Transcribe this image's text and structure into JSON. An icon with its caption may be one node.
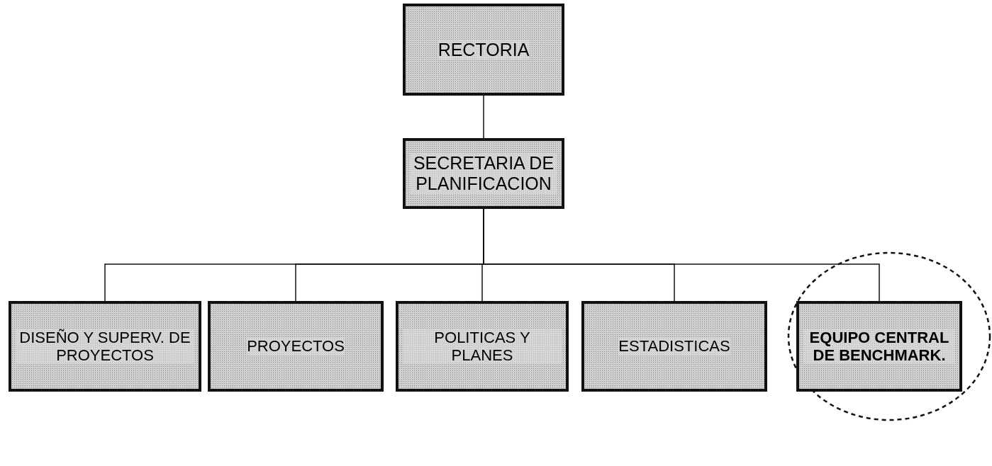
{
  "diagram": {
    "nodes": [
      {
        "text": [
          "RECTORIA"
        ]
      },
      {
        "text": [
          "SECRETARIA DE PLANIFICACION"
        ]
      },
      {
        "text": [
          "DISEÑO Y SUPERV. DE PROYECTOS"
        ]
      },
      {
        "text": [
          "PROYECTOS"
        ]
      },
      {
        "text": [
          "POLITICAS Y PLANES"
        ]
      },
      {
        "text": [
          "ESTADISTICAS"
        ]
      },
      {
        "text": [],
        "shape": "ellipse"
      },
      {
        "text": [
          "EQUIPO CENTRAL DE BENCHMARK."
        ],
        "in": 6
      }
    ],
    "edges": [
      {
        "from": 0,
        "to": 1,
        "arrow": "none"
      },
      {
        "from": 1,
        "to": 2,
        "arrow": "none"
      },
      {
        "from": 1,
        "to": 3,
        "arrow": "none"
      },
      {
        "from": 1,
        "to": 4,
        "arrow": "none"
      },
      {
        "from": 1,
        "to": 5,
        "arrow": "none"
      },
      {
        "from": 1,
        "to": 7,
        "arrow": "none"
      }
    ]
  }
}
